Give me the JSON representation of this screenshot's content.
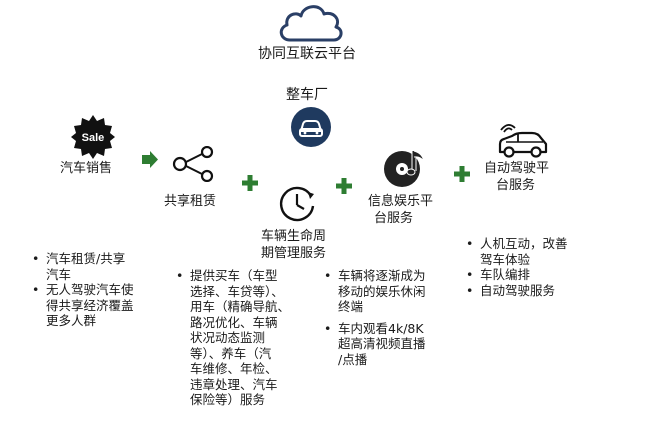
{
  "platform": {
    "title": "协同互联云平台",
    "icon": "cloud-icon"
  },
  "oem": {
    "title": "整车厂",
    "icon": "car-icon",
    "color": "#1f3a5f"
  },
  "stages": {
    "sales": {
      "label": "汽车销售",
      "icon": "sale-badge-icon",
      "badge": "Sale"
    },
    "sharing": {
      "label": "共享租赁",
      "icon": "share-icon"
    },
    "lifecycle": {
      "line1": "车辆生命周",
      "line2": "期管理服务",
      "icon": "clock-icon"
    },
    "infotainment": {
      "line1": "信息娱乐平",
      "line2": "台服务",
      "icon": "music-disc-icon"
    },
    "autonomous": {
      "line1": "自动驾驶平",
      "line2": "台服务",
      "icon": "connected-car-icon"
    }
  },
  "connectors": {
    "arrow_color": "#2e7d32",
    "plus_color": "#2e7d32"
  },
  "bullets": {
    "sharing": [
      {
        "lines": [
          "汽车租赁/共享",
          "汽车"
        ]
      },
      {
        "lines": [
          "无人驾驶汽车使",
          "得共享经济覆盖",
          "更多人群"
        ]
      }
    ],
    "lifecycle": [
      {
        "lines": [
          "提供买车（车型",
          "选择、车贷等）、",
          "用车（精确导航、",
          "路况优化、车辆",
          "状况动态监测",
          "等）、养车（汽",
          "车维修、年检、",
          "违章处理、汽车",
          "保险等）服务"
        ]
      }
    ],
    "infotainment": [
      {
        "lines": [
          "车辆将逐渐成为",
          "移动的娱乐休闲",
          "终端"
        ]
      },
      {
        "lines": [
          "车内观看4k/8K",
          "超高清视频直播",
          "/点播"
        ]
      }
    ],
    "autonomous": [
      {
        "lines": [
          "人机互动，改善",
          "驾车体验"
        ]
      },
      {
        "lines": [
          "车队编排"
        ]
      },
      {
        "lines": [
          "自动驾驶服务"
        ]
      }
    ]
  }
}
